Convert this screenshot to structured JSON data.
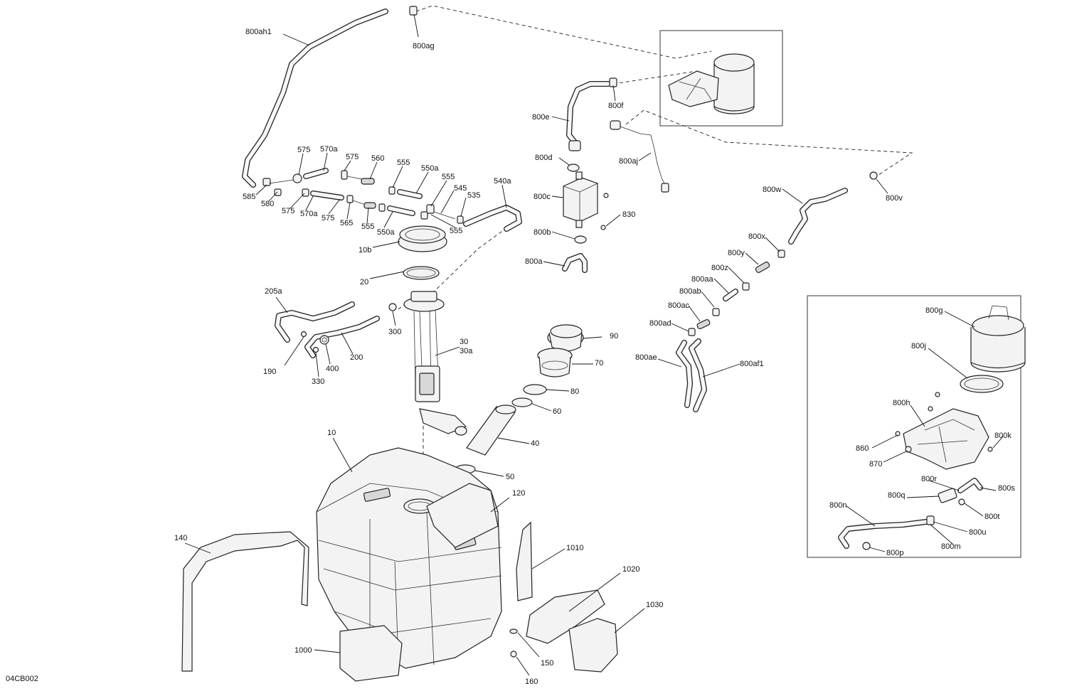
{
  "diagram_id": "04CB002",
  "labels": [
    {
      "id": "800ah1",
      "text": "800ah1"
    },
    {
      "id": "800ag",
      "text": "800ag"
    },
    {
      "id": "800f",
      "text": "800f"
    },
    {
      "id": "800e",
      "text": "800e"
    },
    {
      "id": "800d",
      "text": "800d"
    },
    {
      "id": "800aj",
      "text": "800aj"
    },
    {
      "id": "800c",
      "text": "800c"
    },
    {
      "id": "830",
      "text": "830"
    },
    {
      "id": "800b",
      "text": "800b"
    },
    {
      "id": "800a",
      "text": "800a"
    },
    {
      "id": "800w",
      "text": "800w"
    },
    {
      "id": "800v",
      "text": "800v"
    },
    {
      "id": "800x",
      "text": "800x"
    },
    {
      "id": "800y",
      "text": "800y"
    },
    {
      "id": "800z",
      "text": "800z"
    },
    {
      "id": "800aa",
      "text": "800aa"
    },
    {
      "id": "800ab",
      "text": "800ab"
    },
    {
      "id": "800ac",
      "text": "800ac"
    },
    {
      "id": "800ad",
      "text": "800ad"
    },
    {
      "id": "800ae",
      "text": "800ae"
    },
    {
      "id": "800af1",
      "text": "800af1"
    },
    {
      "id": "575a",
      "text": "575"
    },
    {
      "id": "570a_top",
      "text": "570a"
    },
    {
      "id": "575b",
      "text": "575"
    },
    {
      "id": "560",
      "text": "560"
    },
    {
      "id": "555a",
      "text": "555"
    },
    {
      "id": "550a_top",
      "text": "550a"
    },
    {
      "id": "555b",
      "text": "555"
    },
    {
      "id": "545",
      "text": "545"
    },
    {
      "id": "535",
      "text": "535"
    },
    {
      "id": "540a",
      "text": "540a"
    },
    {
      "id": "585",
      "text": "585"
    },
    {
      "id": "580",
      "text": "580"
    },
    {
      "id": "575c",
      "text": "575"
    },
    {
      "id": "570a_bot",
      "text": "570a"
    },
    {
      "id": "575d",
      "text": "575"
    },
    {
      "id": "565",
      "text": "565"
    },
    {
      "id": "555c",
      "text": "555"
    },
    {
      "id": "550a_bot",
      "text": "550a"
    },
    {
      "id": "555d",
      "text": "555"
    },
    {
      "id": "10b",
      "text": "10b"
    },
    {
      "id": "20",
      "text": "20"
    },
    {
      "id": "205a",
      "text": "205a"
    },
    {
      "id": "300",
      "text": "300"
    },
    {
      "id": "30",
      "text": "30"
    },
    {
      "id": "30a",
      "text": "30a"
    },
    {
      "id": "200",
      "text": "200"
    },
    {
      "id": "190",
      "text": "190"
    },
    {
      "id": "400",
      "text": "400"
    },
    {
      "id": "330",
      "text": "330"
    },
    {
      "id": "90",
      "text": "90"
    },
    {
      "id": "70",
      "text": "70"
    },
    {
      "id": "80",
      "text": "80"
    },
    {
      "id": "60",
      "text": "60"
    },
    {
      "id": "40",
      "text": "40"
    },
    {
      "id": "50",
      "text": "50"
    },
    {
      "id": "10",
      "text": "10"
    },
    {
      "id": "120",
      "text": "120"
    },
    {
      "id": "140",
      "text": "140"
    },
    {
      "id": "1010",
      "text": "1010"
    },
    {
      "id": "1020",
      "text": "1020"
    },
    {
      "id": "1030",
      "text": "1030"
    },
    {
      "id": "1000",
      "text": "1000"
    },
    {
      "id": "150",
      "text": "150"
    },
    {
      "id": "160",
      "text": "160"
    },
    {
      "id": "800g",
      "text": "800g"
    },
    {
      "id": "800j",
      "text": "800j"
    },
    {
      "id": "800h",
      "text": "800h"
    },
    {
      "id": "800k",
      "text": "800k"
    },
    {
      "id": "860",
      "text": "860"
    },
    {
      "id": "870",
      "text": "870"
    },
    {
      "id": "800r",
      "text": "800r"
    },
    {
      "id": "800s",
      "text": "800s"
    },
    {
      "id": "800q",
      "text": "800q"
    },
    {
      "id": "800t",
      "text": "800t"
    },
    {
      "id": "800n",
      "text": "800n"
    },
    {
      "id": "800u",
      "text": "800u"
    },
    {
      "id": "800m",
      "text": "800m"
    },
    {
      "id": "800p",
      "text": "800p"
    }
  ]
}
